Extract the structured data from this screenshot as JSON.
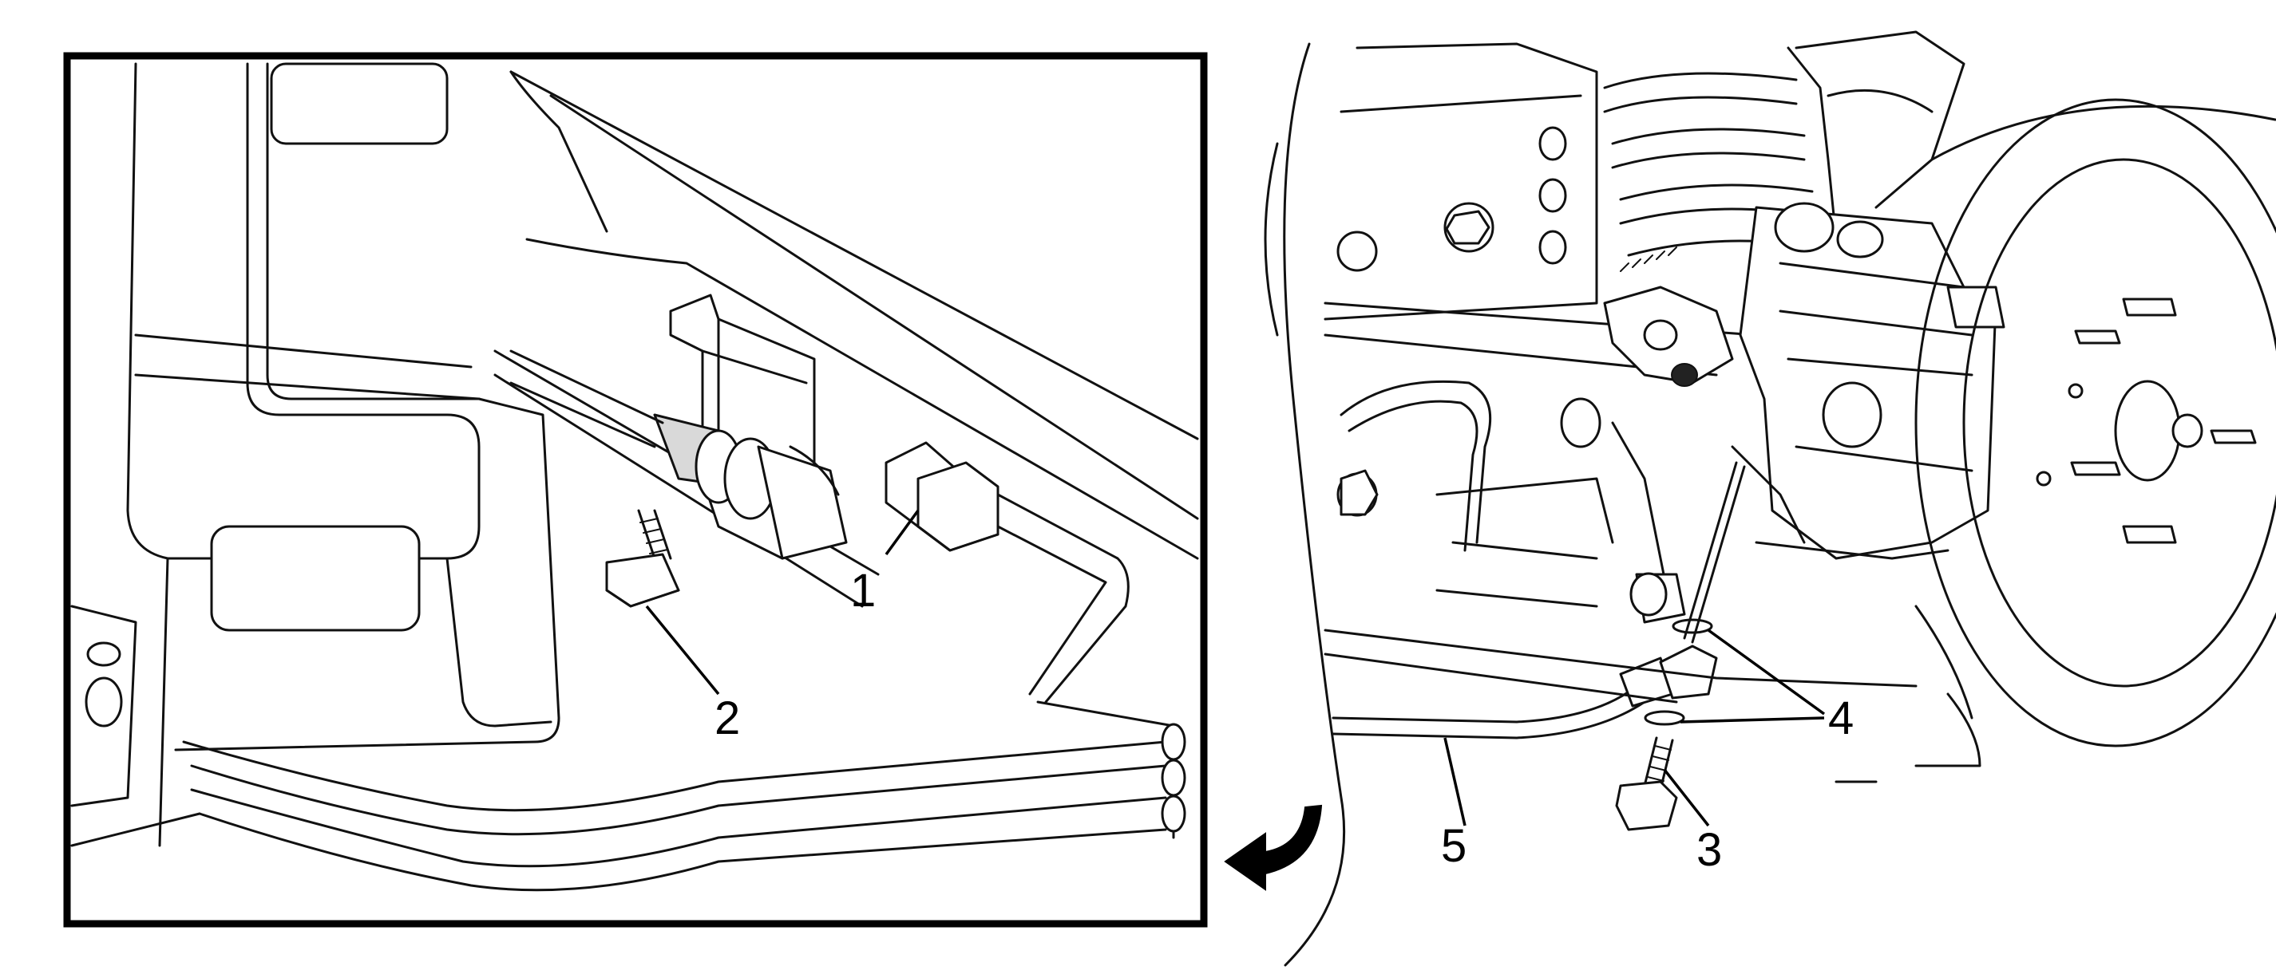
{
  "callouts": {
    "c1": "1",
    "c2": "2",
    "c3": "3",
    "c4": "4",
    "c5": "5"
  },
  "colors": {
    "ink": "#111111",
    "background": "#ffffff",
    "shade": "#d9d9d9"
  },
  "icons": {
    "direction_arrow": "curved-arrow-left-icon"
  }
}
